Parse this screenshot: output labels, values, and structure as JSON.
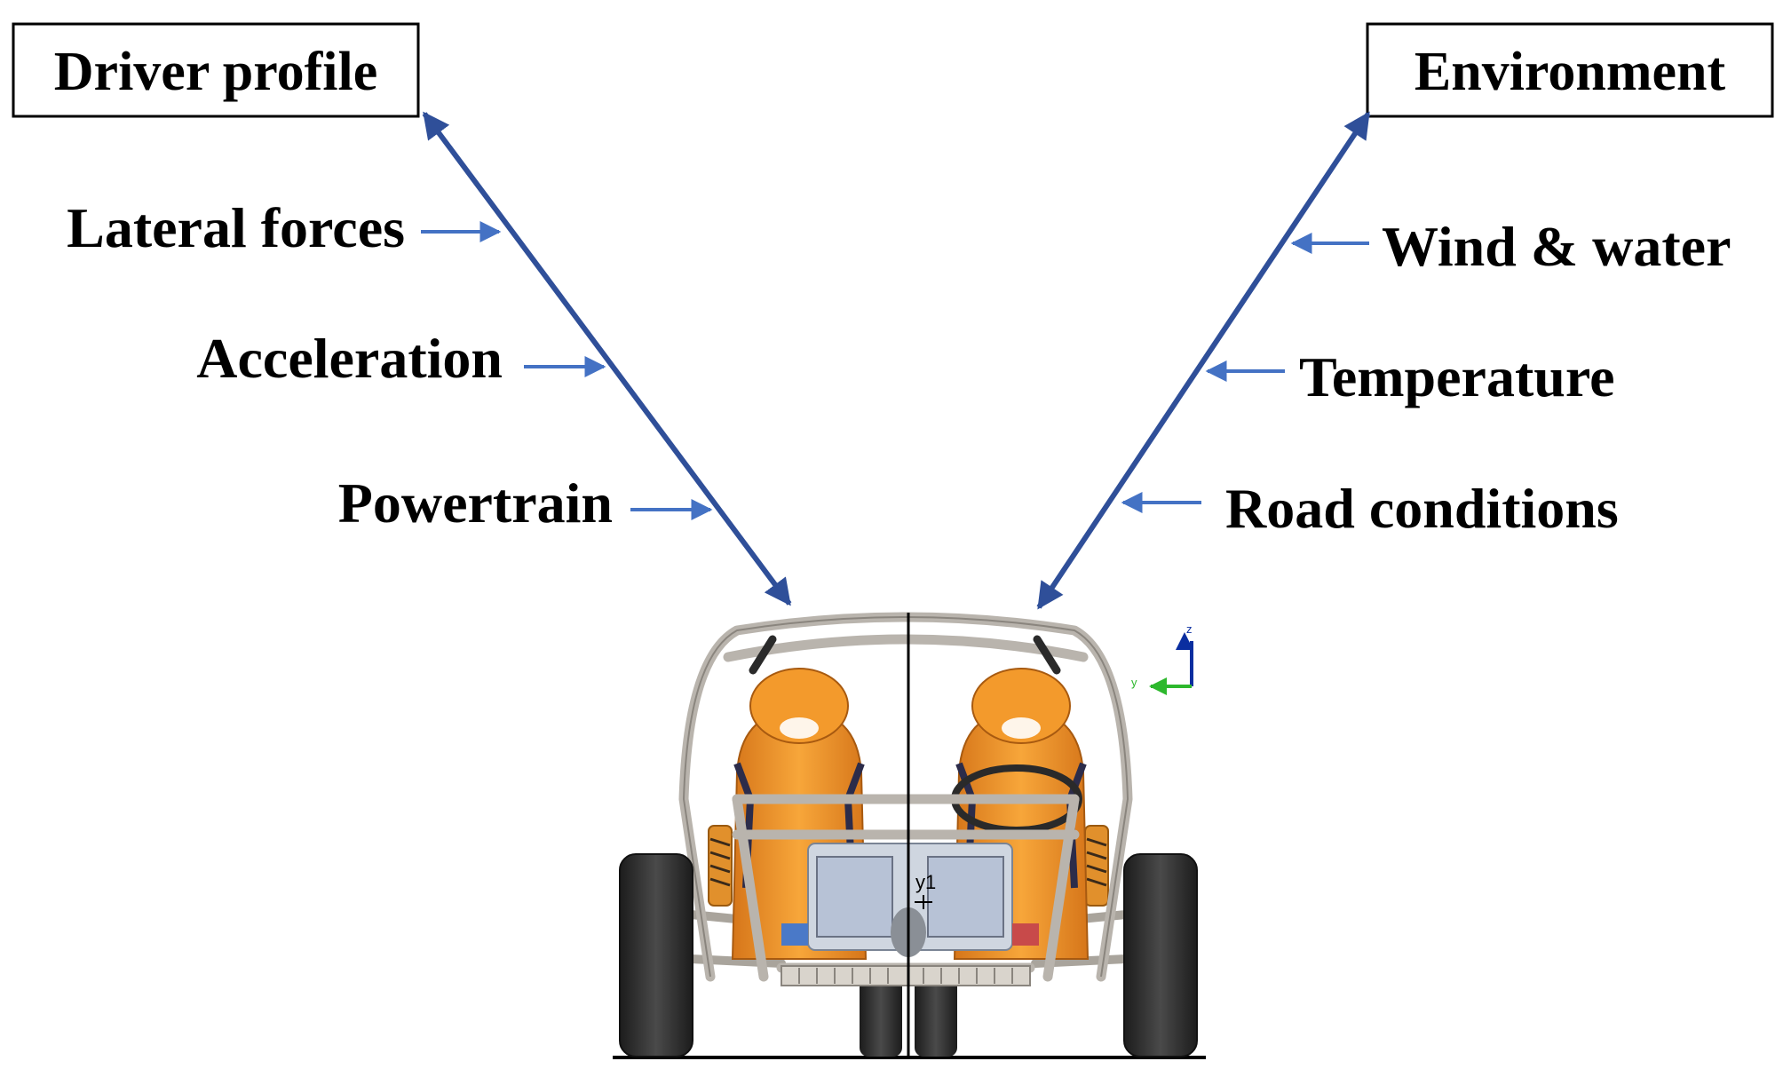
{
  "boxes": {
    "driver_profile": "Driver profile",
    "environment": "Environment"
  },
  "left_factors": [
    "Lateral forces",
    "Acceleration",
    "Powertrain"
  ],
  "right_factors": [
    "Wind & water",
    "Temperature",
    "Road conditions"
  ],
  "vehicle": {
    "marker_label": "y1",
    "axis_z": "z",
    "axis_y": "y"
  },
  "colors": {
    "main_arrow": "#2f4f99",
    "small_arrow": "#4472c4",
    "seat": "#f39a2c",
    "tire": "#2e2e2e",
    "frame": "#b9b4ad",
    "axis_z": "#0a2ea0",
    "axis_y": "#2db82d"
  }
}
